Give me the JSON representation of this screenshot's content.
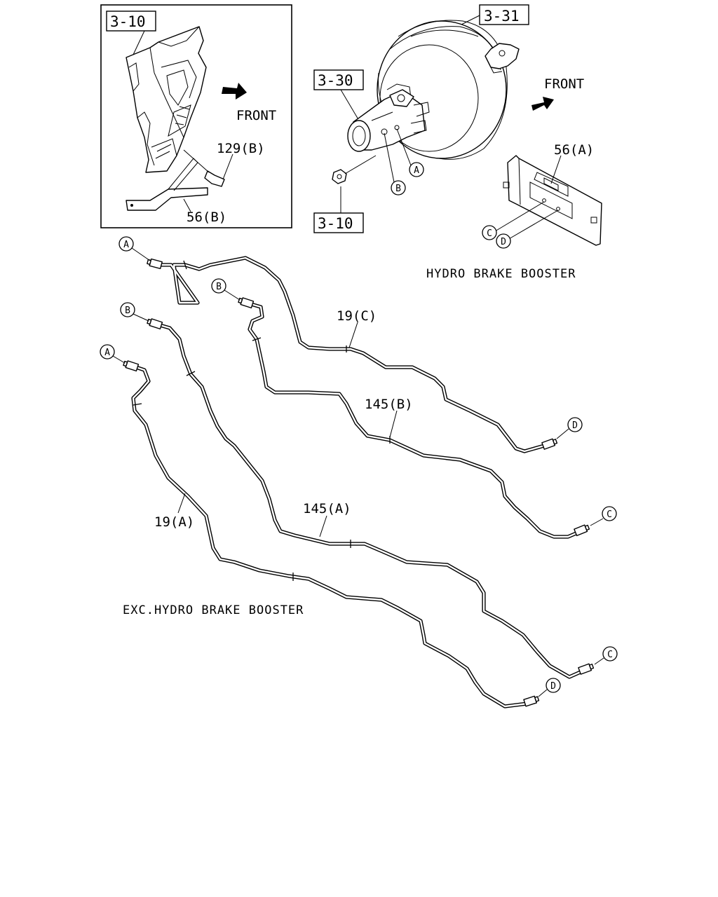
{
  "inset": {
    "ref_box": "3-10",
    "front_label": "FRONT",
    "bolt_label": "129(B)",
    "bracket_label": "56(B)"
  },
  "booster": {
    "booster_ref": "3-31",
    "master_cyl_ref": "3-30",
    "nut_ref": "3-10",
    "front_label": "FRONT",
    "bracket_label": "56(A)",
    "caption": "HYDRO BRAKE BOOSTER"
  },
  "connectors": {
    "A": "A",
    "B": "B",
    "C": "C",
    "D": "D"
  },
  "pipes": {
    "pipe_19c": "19(C)",
    "pipe_145b": "145(B)",
    "pipe_145a": "145(A)",
    "pipe_19a": "19(A)"
  },
  "caption_exc": "EXC.HYDRO BRAKE BOOSTER"
}
